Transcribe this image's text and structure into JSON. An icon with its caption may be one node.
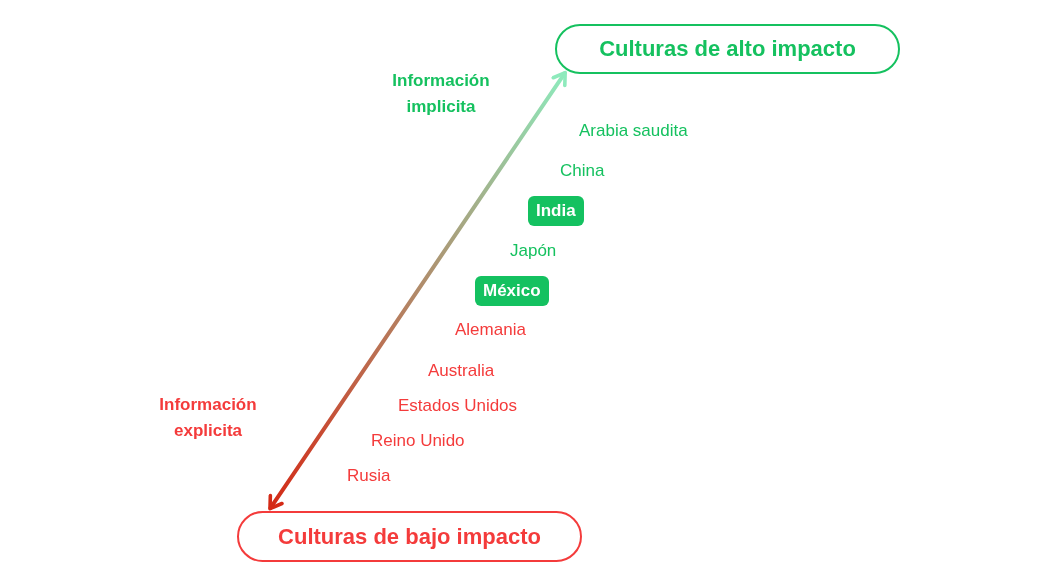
{
  "diagram": {
    "nodes": [
      {
        "text": [
          "Culturas de alto impacto"
        ]
      },
      {
        "text": [
          "India"
        ]
      },
      {
        "text": [
          "México"
        ]
      },
      {
        "text": [
          "Culturas de bajo impacto"
        ]
      }
    ],
    "edges": [
      {
        "from": 3,
        "to": 0,
        "arrow": "both"
      }
    ],
    "labels": [
      "Información implicita",
      "Arabia saudita",
      "China",
      "Japón",
      "Alemania",
      "Australia",
      "Información explicita",
      "Estados Unidos",
      "Reino Unido",
      "Rusia"
    ]
  }
}
